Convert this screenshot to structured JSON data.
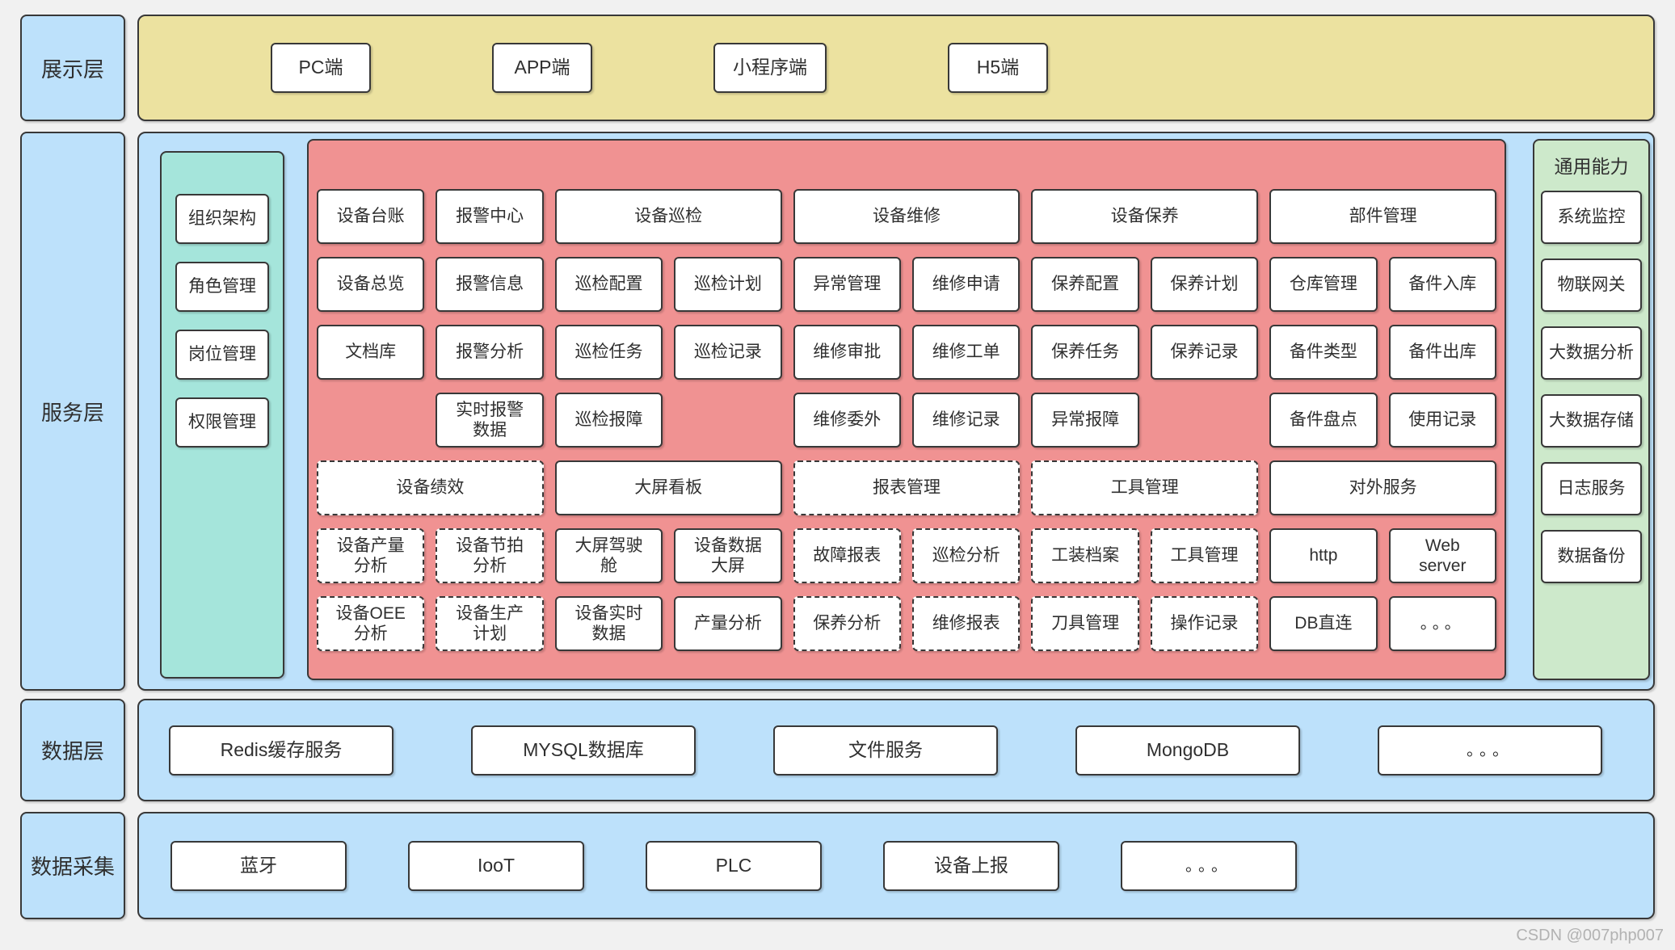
{
  "watermark": "CSDN @007php007",
  "colors": {
    "page_bg": "#f1f1f1",
    "label_blue": "#bde1fb",
    "presentation_yellow": "#ece2a0",
    "modules_salmon": "#f09292",
    "org_teal": "#a5e5db",
    "common_green": "#cde9cb",
    "box_border": "#383838",
    "box_fill": "#ffffff",
    "watermark_gray": "#b2b2b2"
  },
  "presentation": {
    "label": "展示层",
    "clients": [
      "PC端",
      "APP端",
      "小程序端",
      "H5端"
    ]
  },
  "service": {
    "label": "服务层",
    "org": {
      "items": [
        "组织架构",
        "角色管理",
        "岗位管理",
        "权限管理"
      ]
    },
    "modules": [
      {
        "label": "设备台账",
        "row": 1,
        "col": 1,
        "span": 1,
        "dashed": false
      },
      {
        "label": "报警中心",
        "row": 1,
        "col": 2,
        "span": 1,
        "dashed": false
      },
      {
        "label": "设备巡检",
        "row": 1,
        "col": 3,
        "span": 2,
        "dashed": false
      },
      {
        "label": "设备维修",
        "row": 1,
        "col": 5,
        "span": 2,
        "dashed": false
      },
      {
        "label": "设备保养",
        "row": 1,
        "col": 7,
        "span": 2,
        "dashed": false
      },
      {
        "label": "部件管理",
        "row": 1,
        "col": 9,
        "span": 2,
        "dashed": false
      },
      {
        "label": "设备总览",
        "row": 2,
        "col": 1,
        "span": 1,
        "dashed": false
      },
      {
        "label": "报警信息",
        "row": 2,
        "col": 2,
        "span": 1,
        "dashed": false
      },
      {
        "label": "巡检配置",
        "row": 2,
        "col": 3,
        "span": 1,
        "dashed": false
      },
      {
        "label": "巡检计划",
        "row": 2,
        "col": 4,
        "span": 1,
        "dashed": false
      },
      {
        "label": "异常管理",
        "row": 2,
        "col": 5,
        "span": 1,
        "dashed": false
      },
      {
        "label": "维修申请",
        "row": 2,
        "col": 6,
        "span": 1,
        "dashed": false
      },
      {
        "label": "保养配置",
        "row": 2,
        "col": 7,
        "span": 1,
        "dashed": false
      },
      {
        "label": "保养计划",
        "row": 2,
        "col": 8,
        "span": 1,
        "dashed": false
      },
      {
        "label": "仓库管理",
        "row": 2,
        "col": 9,
        "span": 1,
        "dashed": false
      },
      {
        "label": "备件入库",
        "row": 2,
        "col": 10,
        "span": 1,
        "dashed": false
      },
      {
        "label": "文档库",
        "row": 3,
        "col": 1,
        "span": 1,
        "dashed": false
      },
      {
        "label": "报警分析",
        "row": 3,
        "col": 2,
        "span": 1,
        "dashed": false
      },
      {
        "label": "巡检任务",
        "row": 3,
        "col": 3,
        "span": 1,
        "dashed": false
      },
      {
        "label": "巡检记录",
        "row": 3,
        "col": 4,
        "span": 1,
        "dashed": false
      },
      {
        "label": "维修审批",
        "row": 3,
        "col": 5,
        "span": 1,
        "dashed": false
      },
      {
        "label": "维修工单",
        "row": 3,
        "col": 6,
        "span": 1,
        "dashed": false
      },
      {
        "label": "保养任务",
        "row": 3,
        "col": 7,
        "span": 1,
        "dashed": false
      },
      {
        "label": "保养记录",
        "row": 3,
        "col": 8,
        "span": 1,
        "dashed": false
      },
      {
        "label": "备件类型",
        "row": 3,
        "col": 9,
        "span": 1,
        "dashed": false
      },
      {
        "label": "备件出库",
        "row": 3,
        "col": 10,
        "span": 1,
        "dashed": false
      },
      {
        "label": "实时报警数据",
        "row": 4,
        "col": 2,
        "span": 1,
        "dashed": false
      },
      {
        "label": "巡检报障",
        "row": 4,
        "col": 3,
        "span": 1,
        "dashed": false
      },
      {
        "label": "维修委外",
        "row": 4,
        "col": 5,
        "span": 1,
        "dashed": false
      },
      {
        "label": "维修记录",
        "row": 4,
        "col": 6,
        "span": 1,
        "dashed": false
      },
      {
        "label": "异常报障",
        "row": 4,
        "col": 7,
        "span": 1,
        "dashed": false
      },
      {
        "label": "备件盘点",
        "row": 4,
        "col": 9,
        "span": 1,
        "dashed": false
      },
      {
        "label": "使用记录",
        "row": 4,
        "col": 10,
        "span": 1,
        "dashed": false
      },
      {
        "label": "设备绩效",
        "row": 5,
        "col": 1,
        "span": 2,
        "dashed": true
      },
      {
        "label": "大屏看板",
        "row": 5,
        "col": 3,
        "span": 2,
        "dashed": false
      },
      {
        "label": "报表管理",
        "row": 5,
        "col": 5,
        "span": 2,
        "dashed": true
      },
      {
        "label": "工具管理",
        "row": 5,
        "col": 7,
        "span": 2,
        "dashed": true
      },
      {
        "label": "对外服务",
        "row": 5,
        "col": 9,
        "span": 2,
        "dashed": false
      },
      {
        "label": "设备产量分析",
        "row": 6,
        "col": 1,
        "span": 1,
        "dashed": true
      },
      {
        "label": "设备节拍分析",
        "row": 6,
        "col": 2,
        "span": 1,
        "dashed": true
      },
      {
        "label": "大屏驾驶舱",
        "row": 6,
        "col": 3,
        "span": 1,
        "dashed": false
      },
      {
        "label": "设备数据大屏",
        "row": 6,
        "col": 4,
        "span": 1,
        "dashed": false
      },
      {
        "label": "故障报表",
        "row": 6,
        "col": 5,
        "span": 1,
        "dashed": true
      },
      {
        "label": "巡检分析",
        "row": 6,
        "col": 6,
        "span": 1,
        "dashed": true
      },
      {
        "label": "工装档案",
        "row": 6,
        "col": 7,
        "span": 1,
        "dashed": true
      },
      {
        "label": "工具管理",
        "row": 6,
        "col": 8,
        "span": 1,
        "dashed": true
      },
      {
        "label": "http",
        "row": 6,
        "col": 9,
        "span": 1,
        "dashed": false
      },
      {
        "label": "Web server",
        "row": 6,
        "col": 10,
        "span": 1,
        "dashed": false
      },
      {
        "label": "设备OEE分析",
        "row": 7,
        "col": 1,
        "span": 1,
        "dashed": true
      },
      {
        "label": "设备生产计划",
        "row": 7,
        "col": 2,
        "span": 1,
        "dashed": true
      },
      {
        "label": "设备实时数据",
        "row": 7,
        "col": 3,
        "span": 1,
        "dashed": false
      },
      {
        "label": "产量分析",
        "row": 7,
        "col": 4,
        "span": 1,
        "dashed": false
      },
      {
        "label": "保养分析",
        "row": 7,
        "col": 5,
        "span": 1,
        "dashed": true
      },
      {
        "label": "维修报表",
        "row": 7,
        "col": 6,
        "span": 1,
        "dashed": true
      },
      {
        "label": "刀具管理",
        "row": 7,
        "col": 7,
        "span": 1,
        "dashed": true
      },
      {
        "label": "操作记录",
        "row": 7,
        "col": 8,
        "span": 1,
        "dashed": true
      },
      {
        "label": "DB直连",
        "row": 7,
        "col": 9,
        "span": 1,
        "dashed": false
      },
      {
        "label": "。。。",
        "row": 7,
        "col": 10,
        "span": 1,
        "dashed": false,
        "dots": true
      }
    ],
    "common": {
      "title": "通用能力",
      "items": [
        "系统监控",
        "物联网关",
        "大数据分析",
        "大数据存储",
        "日志服务",
        "数据备份"
      ]
    }
  },
  "data_layer": {
    "label": "数据层",
    "items": [
      "Redis缓存服务",
      "MYSQL数据库",
      "文件服务",
      "MongoDB",
      "。。。"
    ]
  },
  "collect_layer": {
    "label": "数据采集",
    "items": [
      "蓝牙",
      "IooT",
      "PLC",
      "设备上报",
      "。。。"
    ]
  }
}
